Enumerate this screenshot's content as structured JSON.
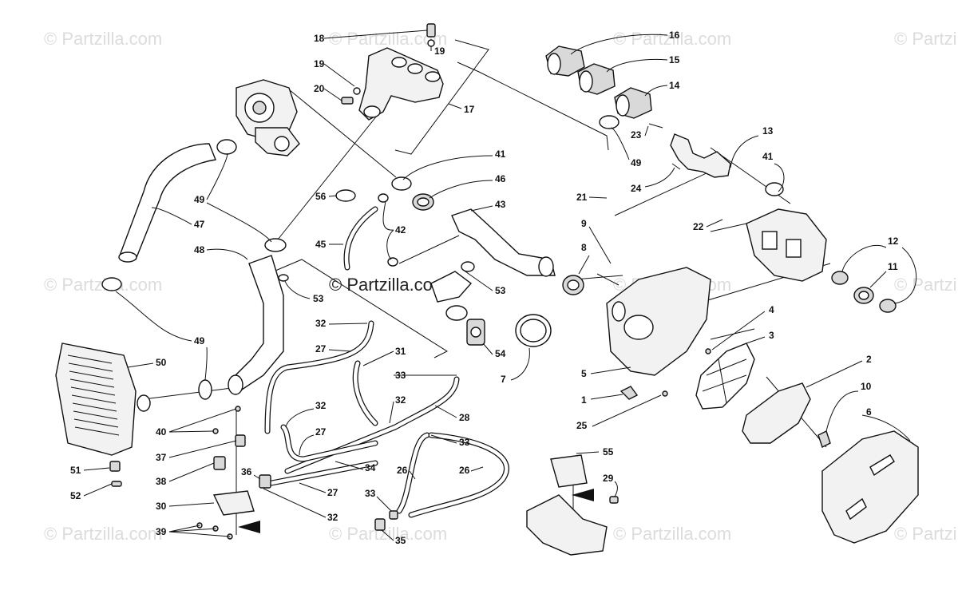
{
  "watermark": {
    "brand": "© Partzilla.com",
    "center": "© Partzilla.com"
  },
  "callouts": [
    {
      "id": "c18",
      "text": "18"
    },
    {
      "id": "c19a",
      "text": "19"
    },
    {
      "id": "c19b",
      "text": "19"
    },
    {
      "id": "c20",
      "text": "20"
    },
    {
      "id": "c17",
      "text": "17"
    },
    {
      "id": "c16",
      "text": "16"
    },
    {
      "id": "c15",
      "text": "15"
    },
    {
      "id": "c14",
      "text": "14"
    },
    {
      "id": "c13",
      "text": "13"
    },
    {
      "id": "c23",
      "text": "23"
    },
    {
      "id": "c49a",
      "text": "49"
    },
    {
      "id": "c24",
      "text": "24"
    },
    {
      "id": "c41a",
      "text": "41"
    },
    {
      "id": "c41b",
      "text": "41"
    },
    {
      "id": "c46",
      "text": "46"
    },
    {
      "id": "c43",
      "text": "43"
    },
    {
      "id": "c21",
      "text": "21"
    },
    {
      "id": "c22",
      "text": "22"
    },
    {
      "id": "c56",
      "text": "56"
    },
    {
      "id": "c42",
      "text": "42"
    },
    {
      "id": "c45",
      "text": "45"
    },
    {
      "id": "c47",
      "text": "47"
    },
    {
      "id": "c49b",
      "text": "49"
    },
    {
      "id": "c48",
      "text": "48"
    },
    {
      "id": "c53a",
      "text": "53"
    },
    {
      "id": "c53b",
      "text": "53"
    },
    {
      "id": "c9",
      "text": "9"
    },
    {
      "id": "c8",
      "text": "8"
    },
    {
      "id": "c12",
      "text": "12"
    },
    {
      "id": "c11",
      "text": "11"
    },
    {
      "id": "c4",
      "text": "4"
    },
    {
      "id": "c3",
      "text": "3"
    },
    {
      "id": "c2",
      "text": "2"
    },
    {
      "id": "c10",
      "text": "10"
    },
    {
      "id": "c6",
      "text": "6"
    },
    {
      "id": "c5",
      "text": "5"
    },
    {
      "id": "c1",
      "text": "1"
    },
    {
      "id": "c25",
      "text": "25"
    },
    {
      "id": "c7",
      "text": "7"
    },
    {
      "id": "c54",
      "text": "54"
    },
    {
      "id": "c32a",
      "text": "32"
    },
    {
      "id": "c27a",
      "text": "27"
    },
    {
      "id": "c31",
      "text": "31"
    },
    {
      "id": "c33a",
      "text": "33"
    },
    {
      "id": "c32b",
      "text": "32"
    },
    {
      "id": "c28",
      "text": "28"
    },
    {
      "id": "c49c",
      "text": "49"
    },
    {
      "id": "c50",
      "text": "50"
    },
    {
      "id": "c40",
      "text": "40"
    },
    {
      "id": "c37",
      "text": "37"
    },
    {
      "id": "c38",
      "text": "38"
    },
    {
      "id": "c32c",
      "text": "32"
    },
    {
      "id": "c27b",
      "text": "27"
    },
    {
      "id": "c34",
      "text": "34"
    },
    {
      "id": "c33b",
      "text": "33"
    },
    {
      "id": "c26a",
      "text": "26"
    },
    {
      "id": "c26b",
      "text": "26"
    },
    {
      "id": "c36",
      "text": "36"
    },
    {
      "id": "c27c",
      "text": "27"
    },
    {
      "id": "c51",
      "text": "51"
    },
    {
      "id": "c52",
      "text": "52"
    },
    {
      "id": "c30",
      "text": "30"
    },
    {
      "id": "c32d",
      "text": "32"
    },
    {
      "id": "c33c",
      "text": "33"
    },
    {
      "id": "c39",
      "text": "39"
    },
    {
      "id": "c35",
      "text": "35"
    },
    {
      "id": "c55",
      "text": "55"
    },
    {
      "id": "c29",
      "text": "29"
    }
  ]
}
